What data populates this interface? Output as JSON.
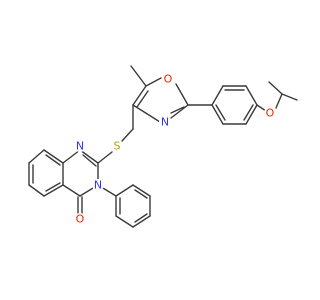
{
  "molecule": {
    "atom_labels": {
      "n_quinazoline_top": "N",
      "n_quinazoline_3": "N",
      "o_carbonyl": "O",
      "s_thioether": "S",
      "n_oxazole": "N",
      "o_oxazole": "O",
      "o_ether": "O"
    },
    "colors": {
      "bond": "#3a3a3a",
      "nitrogen": "#3333ff",
      "oxygen": "#ff2200",
      "sulfur": "#b3a000",
      "background": "#ffffff"
    }
  }
}
